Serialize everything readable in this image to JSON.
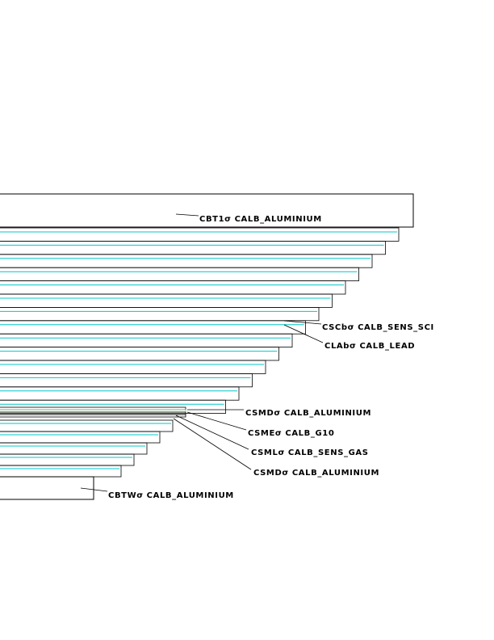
{
  "diagram": {
    "labels": [
      {
        "id": "cbt1",
        "text": "CBT1σ CALB_ALUMINIUM"
      },
      {
        "id": "cscb",
        "text": "CSCbσ CALB_SENS_SCI"
      },
      {
        "id": "clab",
        "text": "CLAbσ CALB_LEAD"
      },
      {
        "id": "csmd_top",
        "text": "CSMDσ CALB_ALUMINIUM"
      },
      {
        "id": "csme",
        "text": "CSMEσ CALB_G10"
      },
      {
        "id": "csml",
        "text": "CSMLσ CALB_SENS_GAS"
      },
      {
        "id": "csmd_bottom",
        "text": "CSMDσ CALB_ALUMINIUM"
      },
      {
        "id": "cbtw",
        "text": "CBTWσ CALB_ALUMINIUM"
      }
    ],
    "colors": {
      "outline": "#000000",
      "sensitive_layer": "#00c8c8",
      "g10_layer": "#8ad08a",
      "background": "#ffffff"
    }
  }
}
